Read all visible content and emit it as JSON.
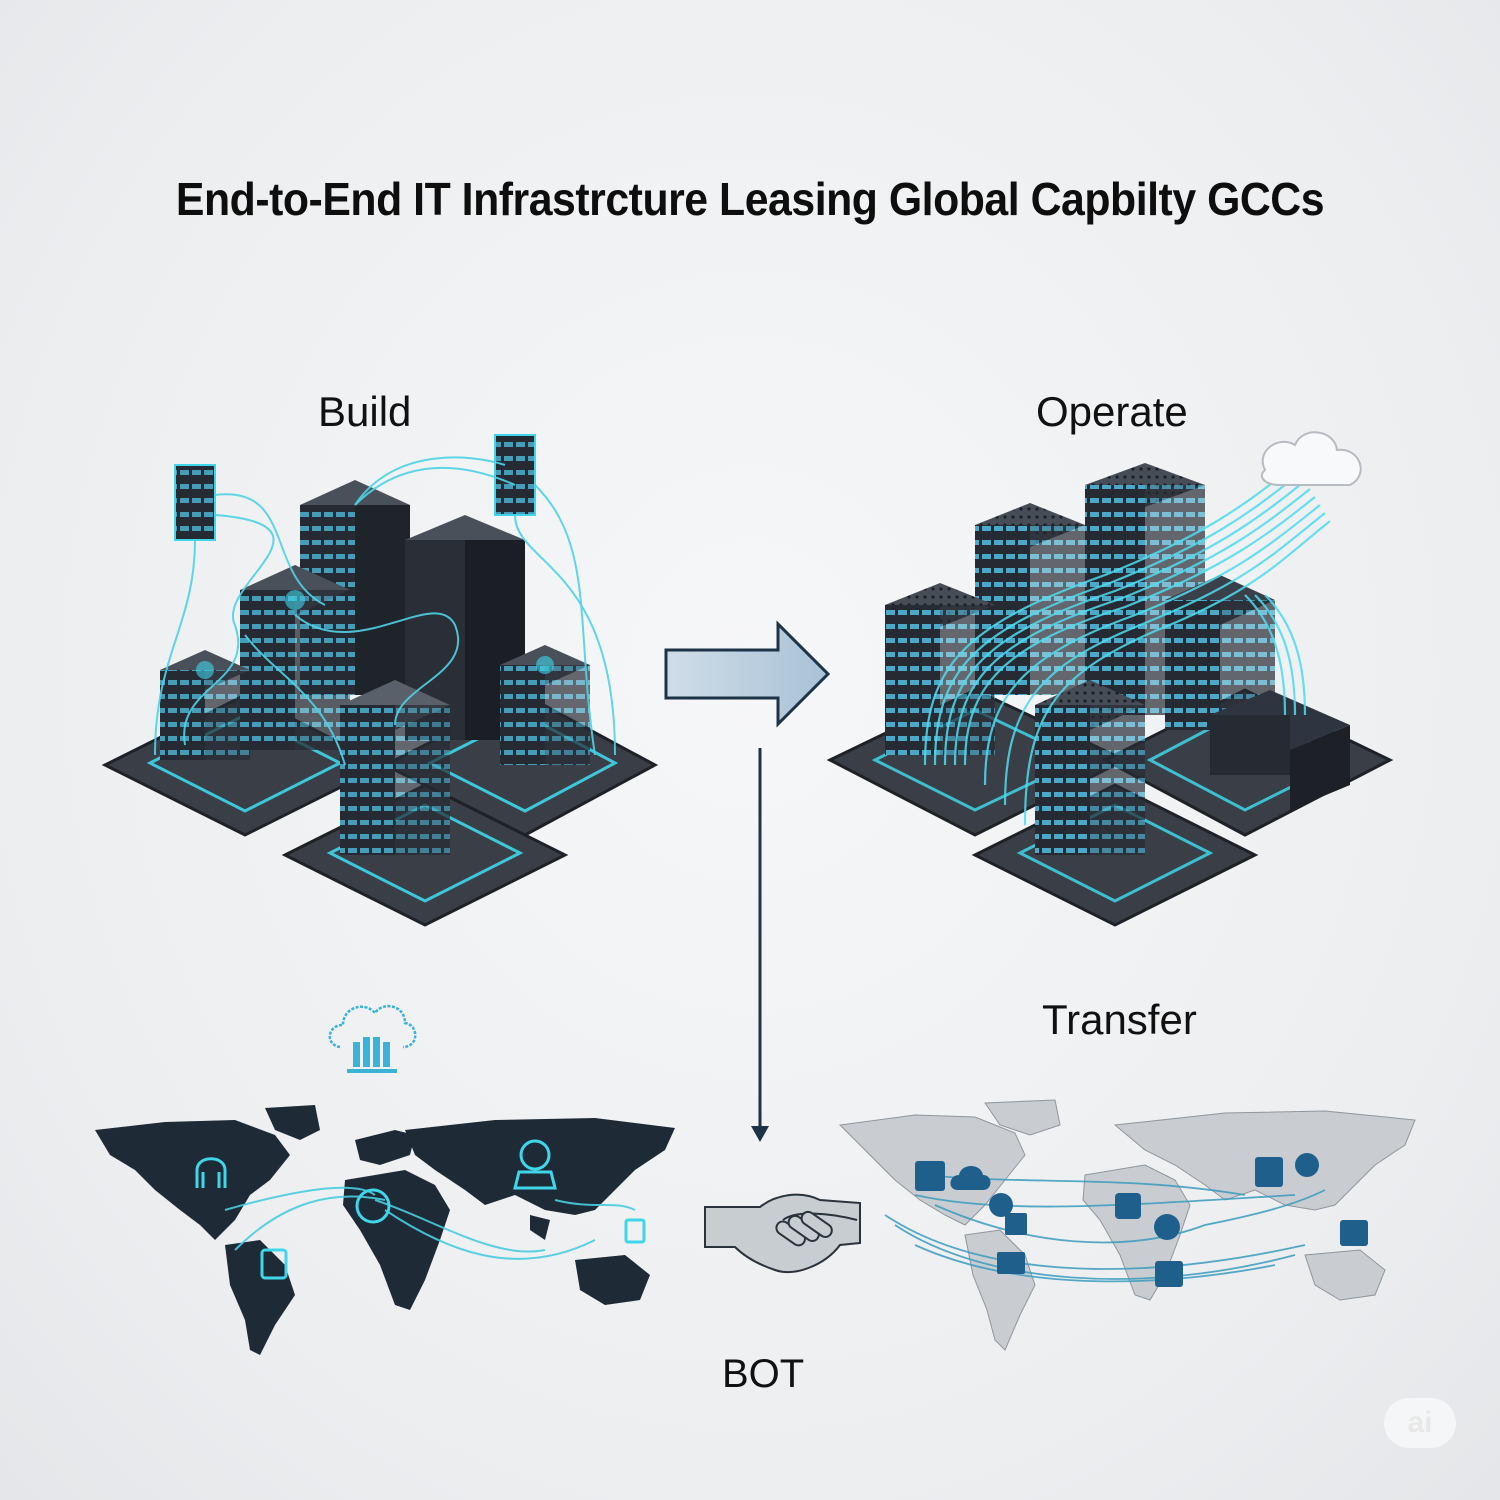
{
  "title": "End-to-End IT Infrastrcture Leasing Global Capbilty GCCs",
  "stages": {
    "build": {
      "label": "Build",
      "icon": "server-cluster-icon"
    },
    "operate": {
      "label": "Operate",
      "icon": "server-cloud-flow-icon"
    },
    "transfer": {
      "label": "Transfer",
      "icon": "world-map-network-light-icon"
    },
    "bot": {
      "label": "BOT",
      "icon": "handshake-icon"
    }
  },
  "arrows": {
    "build_to_operate": "right-arrow",
    "operate_to_bot": "down-arrow"
  },
  "maps": {
    "left": {
      "style": "dark",
      "fill": "#1f2a37",
      "accent": "#3fd0e0",
      "icons": [
        "cloud-factory-icon",
        "data-center-arch-icon",
        "engineer-icon",
        "router-icon",
        "server-node-icon",
        "document-icon"
      ]
    },
    "right": {
      "style": "light",
      "fill": "#c9cdd1",
      "accent": "#1f5f8b",
      "icons": [
        "building-chart-icon",
        "cloud-icon",
        "settings-icon",
        "chart-icon",
        "wifi-icon",
        "speed-gauge-icon",
        "folder-icon",
        "server-building-icon",
        "headset-icon",
        "network-tree-icon",
        "calendar-icon"
      ]
    }
  },
  "colors": {
    "background": "#eceef0",
    "server_dark": "#2b3038",
    "glow": "#3fd6ea",
    "arrow_fill": "#b5cbdc",
    "arrow_stroke": "#1d3348"
  },
  "watermark": "ai"
}
